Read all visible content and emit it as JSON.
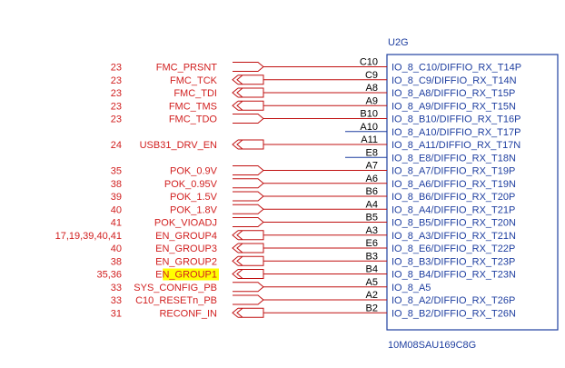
{
  "component": {
    "ref": "U2G",
    "part": "10M08SAU169C8G"
  },
  "rows": [
    {
      "page": "23",
      "net": "FMC_PRSNT",
      "pin": "C10",
      "port": "IO_8_C10/DIFFIO_RX_T14P",
      "dir": "in"
    },
    {
      "page": "23",
      "net": "FMC_TCK",
      "pin": "C9",
      "port": "IO_8_C9/DIFFIO_RX_T14N",
      "dir": "out"
    },
    {
      "page": "23",
      "net": "FMC_TDI",
      "pin": "A8",
      "port": "IO_8_A8/DIFFIO_RX_T15P",
      "dir": "out"
    },
    {
      "page": "23",
      "net": "FMC_TMS",
      "pin": "A9",
      "port": "IO_8_A9/DIFFIO_RX_T15N",
      "dir": "out"
    },
    {
      "page": "23",
      "net": "FMC_TDO",
      "pin": "B10",
      "port": "IO_8_B10/DIFFIO_RX_T16P",
      "dir": "in"
    },
    {
      "page": "",
      "net": "",
      "pin": "A10",
      "port": "IO_8_A10/DIFFIO_RX_T17P",
      "dir": "none"
    },
    {
      "page": "24",
      "net": "USB31_DRV_EN",
      "pin": "A11",
      "port": "IO_8_A11/DIFFIO_RX_T17N",
      "dir": "out"
    },
    {
      "page": "",
      "net": "",
      "pin": "E8",
      "port": "IO_8_E8/DIFFIO_RX_T18N",
      "dir": "none"
    },
    {
      "page": "35",
      "net": "POK_0.9V",
      "pin": "A7",
      "port": "IO_8_A7/DIFFIO_RX_T19P",
      "dir": "in"
    },
    {
      "page": "38",
      "net": "POK_0.95V",
      "pin": "A6",
      "port": "IO_8_A6/DIFFIO_RX_T19N",
      "dir": "in"
    },
    {
      "page": "39",
      "net": "POK_1.5V",
      "pin": "B6",
      "port": "IO_8_B6/DIFFIO_RX_T20P",
      "dir": "in"
    },
    {
      "page": "40",
      "net": "POK_1.8V",
      "pin": "A4",
      "port": "IO_8_A4/DIFFIO_RX_T21P",
      "dir": "in"
    },
    {
      "page": "41",
      "net": "POK_VIOADJ",
      "pin": "B5",
      "port": "IO_8_B5/DIFFIO_RX_T20N",
      "dir": "in"
    },
    {
      "page": "17,19,39,40,41",
      "net": "EN_GROUP4",
      "pin": "A3",
      "port": "IO_8_A3/DIFFIO_RX_T21N",
      "dir": "out"
    },
    {
      "page": "40",
      "net": "EN_GROUP3",
      "pin": "E6",
      "port": "IO_8_E6/DIFFIO_RX_T22P",
      "dir": "out"
    },
    {
      "page": "38",
      "net": "EN_GROUP2",
      "pin": "B3",
      "port": "IO_8_B3/DIFFIO_RX_T23P",
      "dir": "out"
    },
    {
      "page": "35,36",
      "net": "EN_GROUP1",
      "pin": "B4",
      "port": "IO_8_B4/DIFFIO_RX_T23N",
      "dir": "out",
      "highlight": true
    },
    {
      "page": "33",
      "net": "SYS_CONFIG_PB",
      "pin": "A5",
      "port": "IO_8_A5",
      "dir": "in"
    },
    {
      "page": "33",
      "net": "C10_RESETn_PB",
      "pin": "A2",
      "port": "IO_8_A2/DIFFIO_RX_T26P",
      "dir": "in"
    },
    {
      "page": "31",
      "net": "RECONF_IN",
      "pin": "B2",
      "port": "IO_8_B2/DIFFIO_RX_T26N",
      "dir": "out"
    }
  ]
}
